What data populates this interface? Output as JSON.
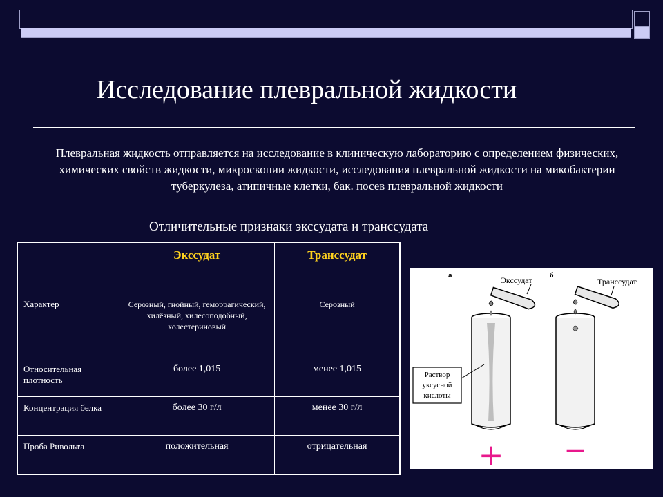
{
  "slide": {
    "title": "Исследование плевральной жидкости",
    "paragraph": "Плевральная жидкость отправляется на исследование в клиническую лабораторию с определением физических, химических свойств жидкости, микроскопии жидкости, исследования плевральной жидкости на микобактерии туберкулеза, атипичные клетки, бак. посев плевральной жидкости",
    "subtitle": "Отличительные признаки экссудата и транссудата"
  },
  "table": {
    "headers": [
      "",
      "Экссудат",
      "Транссудат"
    ],
    "rows": [
      {
        "label": "Характер",
        "exudate": "Серозный, гнойный, геморрагический, хилёзный, хилесоподобный, холестериновый",
        "transudate": "Серозный"
      },
      {
        "label": "Относительная плотность",
        "exudate": "более 1,015",
        "transudate": "менее 1,015"
      },
      {
        "label": "Концентрация белка",
        "exudate": "более 30 г/л",
        "transudate": "менее 30 г/л"
      },
      {
        "label": "Проба Ривольта",
        "exudate": "положительная",
        "transudate": "отрицательная"
      }
    ]
  },
  "figure": {
    "panel_a": "а",
    "panel_b": "б",
    "label_exudate": "Экссудат",
    "label_transudate": "Транссудат",
    "label_solution_1": "Раствор",
    "label_solution_2": "уксусной",
    "label_solution_3": "кислоты",
    "sign_plus": "+",
    "sign_minus": "−",
    "sign_color": "#e8188c"
  }
}
